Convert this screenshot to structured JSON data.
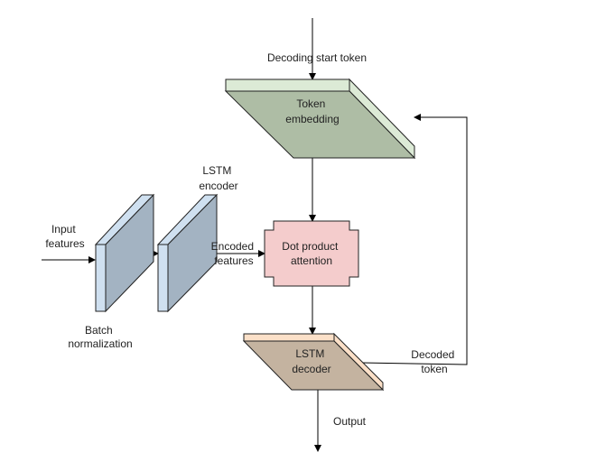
{
  "labels": {
    "decoding_start_token": "Decoding start token",
    "token_embedding": [
      "Token",
      "embedding"
    ],
    "lstm_encoder": [
      "LSTM",
      "encoder"
    ],
    "input_features": [
      "Input",
      "features"
    ],
    "encoded_features": [
      "Encoded",
      "features"
    ],
    "dot_product_attention": [
      "Dot product",
      "attention"
    ],
    "batch_normalization": [
      "Batch",
      "normalization"
    ],
    "lstm_decoder": [
      "LSTM",
      "decoder"
    ],
    "decoded_token": [
      "Decoded",
      "token"
    ],
    "output": "Output"
  },
  "colors": {
    "token_embedding_face": "#aebda5",
    "token_embedding_edge": "#dcead6",
    "encoder_face": "#a3b3c2",
    "encoder_edge": "#cfe0f0",
    "attention_fill": "#f4cccc",
    "decoder_face": "#c4b3a0",
    "decoder_edge": "#fbe0c8"
  }
}
